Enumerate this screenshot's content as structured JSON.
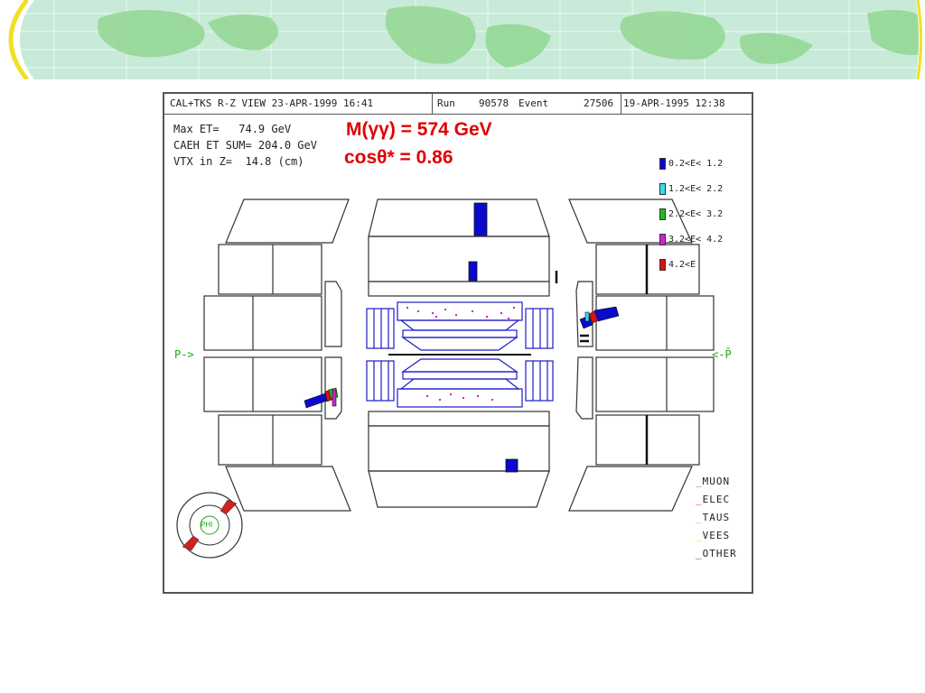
{
  "colors": {
    "banner_bg": "#c8ead8",
    "map_green": "#96d896",
    "outline": "#333333",
    "tracker_blue": "#1a1acc",
    "physics_red": "#e00000",
    "beam_green": "#1aa81a"
  },
  "header": {
    "view": "CAL+TKS R-Z VIEW 23-APR-1999 16:41",
    "run_label": "Run",
    "run_number": "90578",
    "event_label": "Event",
    "event_number": "27506",
    "event_date": "19-APR-1995 12:38"
  },
  "info": {
    "max_et": "Max ET=   74.9 GeV",
    "caeh_sum": "CAEH ET SUM= 204.0 GeV",
    "vtx": "VTX in Z=  14.8 (cm)"
  },
  "physics": {
    "mass": "M(γγ) = 574 GeV",
    "cos_theta": "cosθ* = 0.86"
  },
  "energy_legend": [
    {
      "label": "0.2<E< 1.2",
      "color": "#0a0acc"
    },
    {
      "label": "1.2<E< 2.2",
      "color": "#33ddee"
    },
    {
      "label": "2.2<E< 3.2",
      "color": "#22bb22"
    },
    {
      "label": "3.2<E< 4.2",
      "color": "#cc22cc"
    },
    {
      "label": "4.2<E",
      "color": "#dd1111"
    }
  ],
  "track_legend": [
    {
      "label": "MUON",
      "color": "#22aa22"
    },
    {
      "label": "ELEC",
      "color": "#dd2222"
    },
    {
      "label": "TAUS",
      "color": "#33ccdd"
    },
    {
      "label": "VEES",
      "color": "#dddd22"
    },
    {
      "label": "OTHER",
      "color": "#333333"
    }
  ],
  "beams": {
    "left": "P->",
    "right": "<-P̄"
  },
  "phi_label": "PHI"
}
